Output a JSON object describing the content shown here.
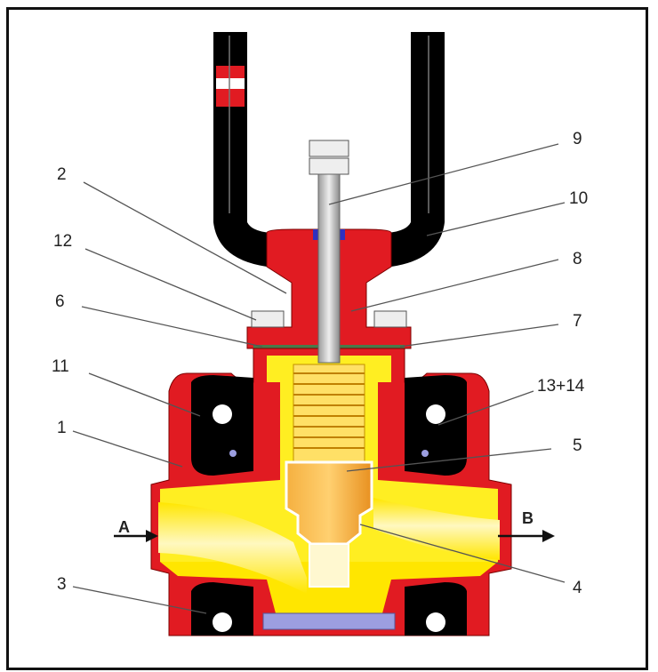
{
  "colors": {
    "body": "#e11b22",
    "inner": "#ffee22",
    "frame": "#000000",
    "plug": "#f0a21e",
    "stem": "#c8c8c8",
    "seal": "#9c9ee0",
    "leader": "#555555",
    "text": "#222222"
  },
  "labels": {
    "n1": "1",
    "n2": "2",
    "n3": "3",
    "n4": "4",
    "n5": "5",
    "n6": "6",
    "n7": "7",
    "n8": "8",
    "n9": "9",
    "n10": "10",
    "n11": "11",
    "n12": "12",
    "n13_14": "13+14"
  },
  "flow": {
    "inlet": "A",
    "outlet": "B"
  }
}
